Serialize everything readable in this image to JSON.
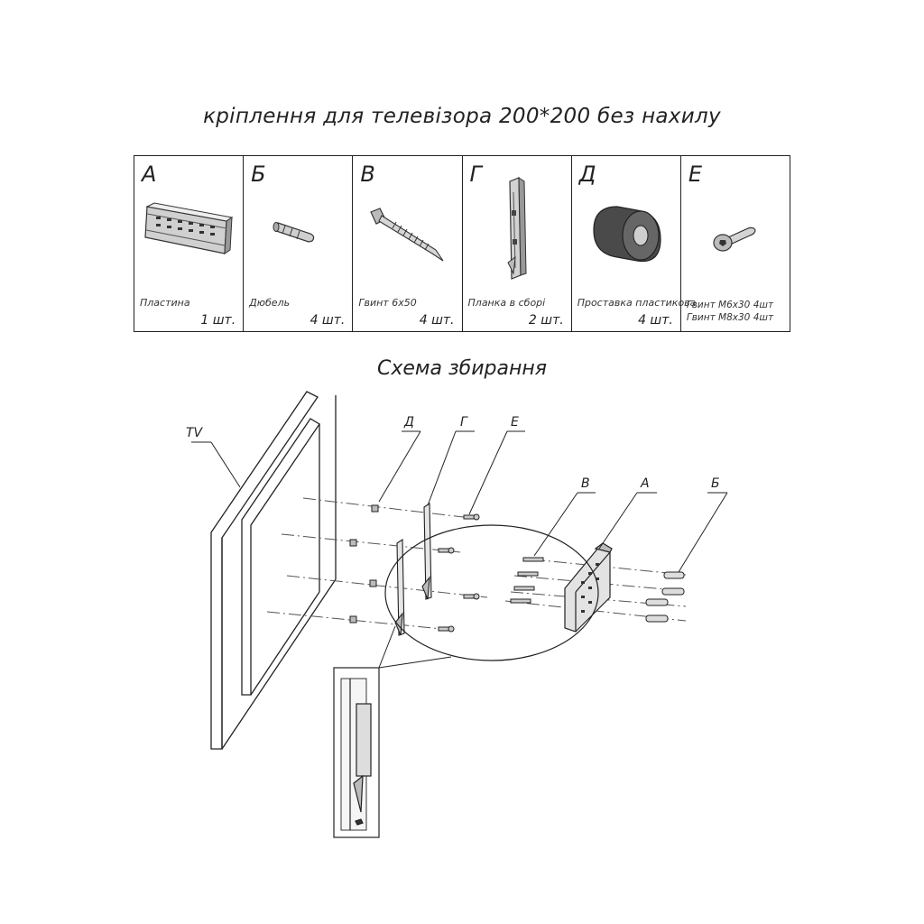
{
  "title": "кріплення для телевізора 200*200 без нахилу",
  "parts": [
    {
      "letter": "А",
      "name": "Пластина",
      "qty": "1 шт."
    },
    {
      "letter": "Б",
      "name": "Дюбель",
      "qty": "4 шт."
    },
    {
      "letter": "В",
      "name": "Гвинт 6х50",
      "qty": "4 шт."
    },
    {
      "letter": "Г",
      "name": "Планка в сборі",
      "qty": "2 шт."
    },
    {
      "letter": "Д",
      "name": "Проставка пластикова",
      "qty": "4 шт."
    },
    {
      "letter": "Е",
      "name_line1": "Гвинт М6х30  4шт",
      "name_line2": "Гвинт М8х30 4шт"
    }
  ],
  "scheme": {
    "title": "Схема збирання",
    "labels": {
      "tv": "TV",
      "d": "Д",
      "g": "Г",
      "e": "Е",
      "v": "В",
      "a": "А",
      "b": "Б"
    }
  }
}
